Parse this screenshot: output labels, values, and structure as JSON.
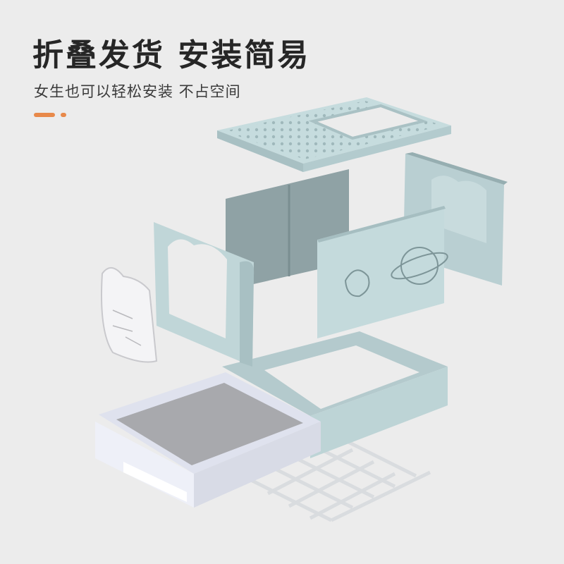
{
  "header": {
    "title": "折叠发货 安装简易",
    "subtitle": "女生也可以轻松安装 不占空间"
  },
  "colors": {
    "background": "#ececec",
    "accent": "#e8894a",
    "panel_blue": "#c4dadc",
    "panel_dark": "#8fa2a5",
    "tray_white": "#eef0f8"
  },
  "illustration": {
    "subject": "exploded-view-foldable-litter-box",
    "parts": [
      "top-lid",
      "side-panel-cat-window",
      "inner-panel",
      "rear-panel",
      "front-panel-planet",
      "clear-cat-door",
      "base-frame",
      "pull-out-tray",
      "scoop-grid"
    ]
  }
}
